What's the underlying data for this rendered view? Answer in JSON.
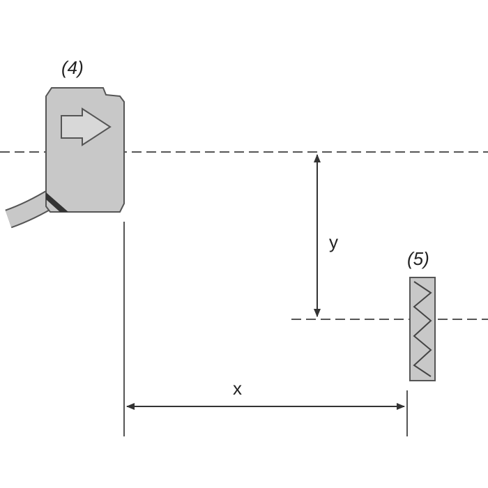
{
  "labels": {
    "sensor": "(4)",
    "reflector": "(5)",
    "x": "x",
    "y": "y"
  },
  "colors": {
    "line": "#333333",
    "guide": "#555555",
    "sensor_fill": "#c8c8c8",
    "sensor_stroke": "#555555",
    "reflector_fill": "#c8c8c8",
    "reflector_stroke": "#555555"
  },
  "icons": {
    "sensor_emission": "right-arrow-icon",
    "reflector_pattern": "zigzag-icon"
  }
}
